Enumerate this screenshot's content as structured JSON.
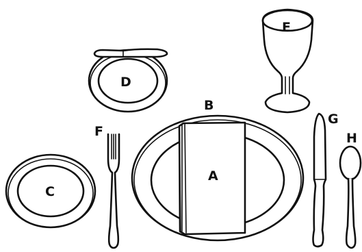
{
  "diagram": {
    "labels": {
      "A": "A",
      "B": "B",
      "C": "C",
      "D": "D",
      "E": "E",
      "F": "F",
      "G": "G",
      "H": "H"
    },
    "items": [
      {
        "id": "napkin",
        "icon": "napkin-icon",
        "label_key": "A"
      },
      {
        "id": "dinner-plate",
        "icon": "dinner-plate-icon",
        "label_key": "B"
      },
      {
        "id": "salad-plate",
        "icon": "salad-plate-icon",
        "label_key": "C"
      },
      {
        "id": "bread-plate",
        "icon": "bread-plate-icon",
        "label_key": "D"
      },
      {
        "id": "wine-glass",
        "icon": "wine-glass-icon",
        "label_key": "E"
      },
      {
        "id": "fork",
        "icon": "fork-icon",
        "label_key": "F"
      },
      {
        "id": "knife",
        "icon": "knife-icon",
        "label_key": "G"
      },
      {
        "id": "spoon",
        "icon": "spoon-icon",
        "label_key": "H"
      }
    ]
  }
}
